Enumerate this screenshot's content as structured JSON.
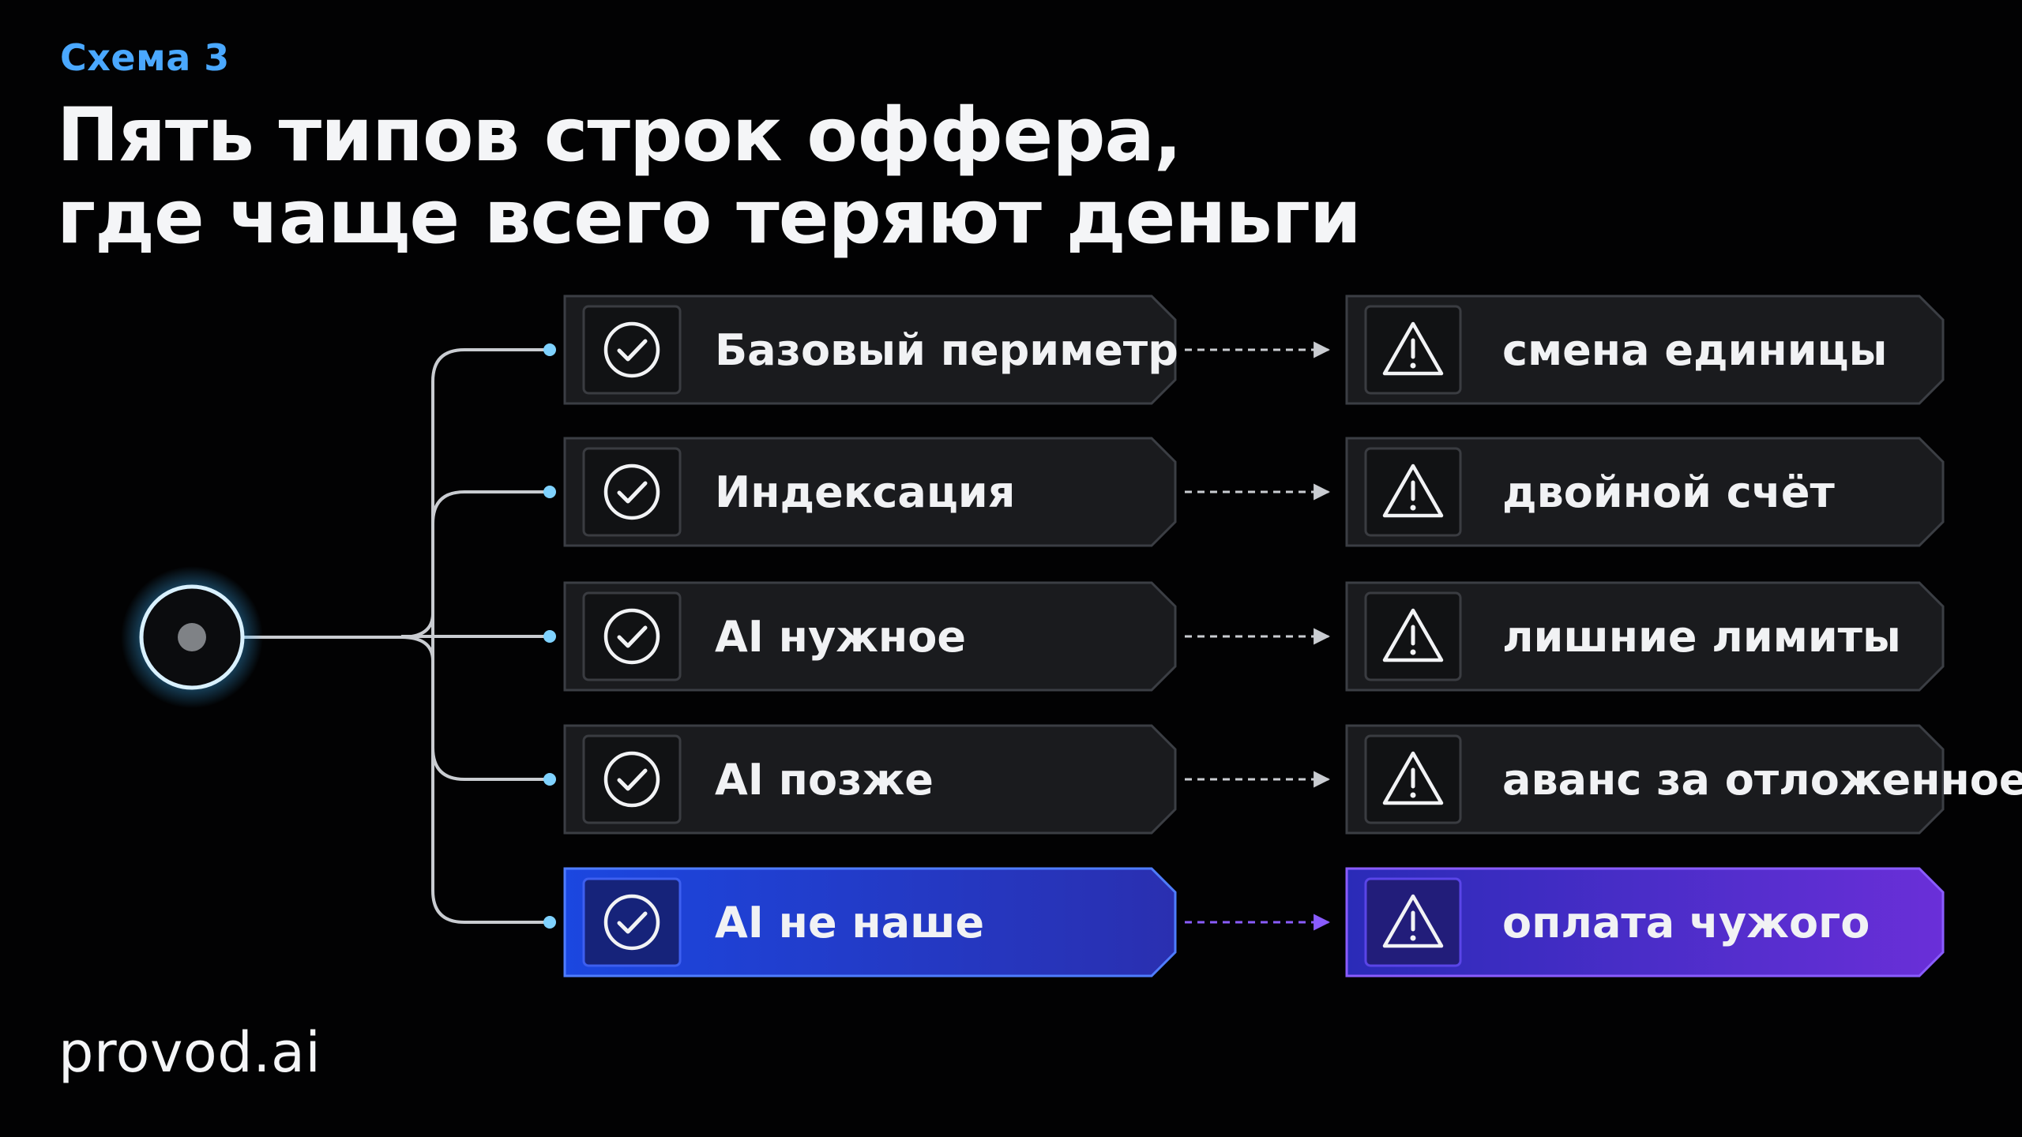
{
  "kicker": "Схема 3",
  "title": {
    "line1": "Пять типов строк оффера,",
    "line2": "где чаще всего теряют деньги"
  },
  "source_node": {
    "icon": "glowing-dot-icon"
  },
  "rows": [
    {
      "label": "Базовый периметр",
      "risk": "смена единицы",
      "highlighted": false
    },
    {
      "label": "Индексация",
      "risk": "двойной счёт",
      "highlighted": false
    },
    {
      "label": "AI нужное",
      "risk": "лишние лимиты",
      "highlighted": false
    },
    {
      "label": "AI позже",
      "risk": "аванс за отложенное",
      "highlighted": false
    },
    {
      "label": "AI не наше",
      "risk": "оплата чужого",
      "highlighted": true
    }
  ],
  "icons": {
    "label": "check-circle-icon",
    "risk": "warning-triangle-icon"
  },
  "brand": "provod.ai",
  "colors": {
    "background": "#020203",
    "kicker": "#4aa8ff",
    "card": "#1a1b1e",
    "card_border": "#3b3e44",
    "connector": "#c9ccd1",
    "node_glow": "#3fb6ff",
    "highlight_left": "#1d43d8",
    "highlight_right": "#5b2bd6",
    "highlight_arrow": "#8a5cff"
  }
}
